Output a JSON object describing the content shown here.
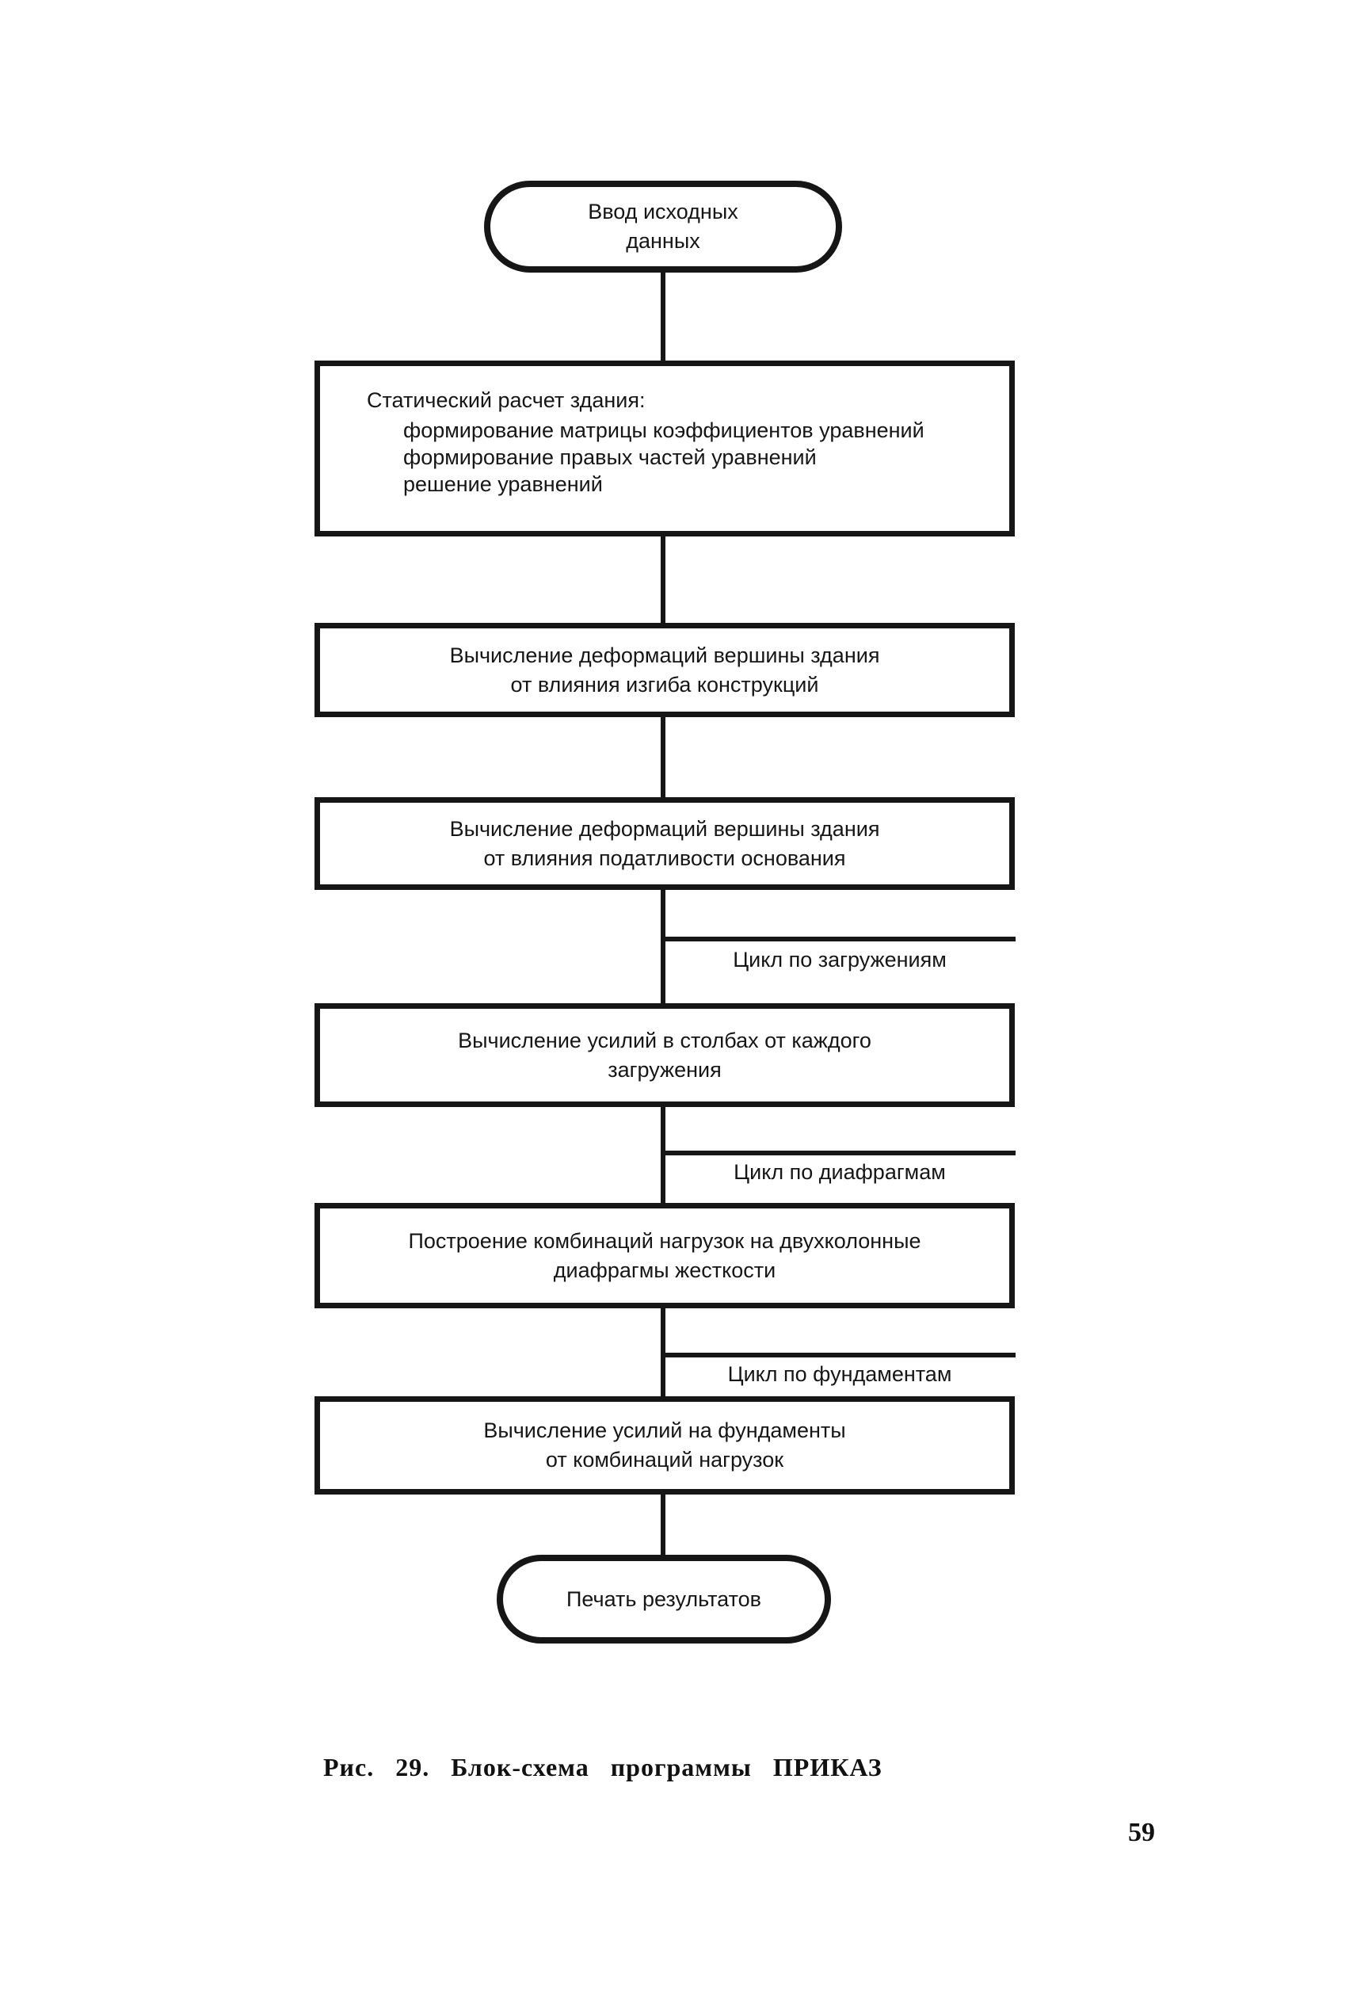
{
  "page": {
    "caption": "Рис. 29. Блок-схема программы ПРИКАЗ",
    "page_number": "59"
  },
  "colors": {
    "ink": "#161616",
    "paper": "#ffffff"
  },
  "flowchart": {
    "start_terminator": {
      "line1": "Ввод исходных",
      "line2": "данных"
    },
    "static_calc_box": {
      "title": "Статический расчет здания:",
      "items": [
        "формирование матрицы коэффициентов уравнений",
        "формирование правых частей уравнений",
        "решение уравнений"
      ]
    },
    "bend_deform_box": {
      "line1": "Вычисление деформаций вершины здания",
      "line2": "от влияния изгиба конструкций"
    },
    "base_deform_box": {
      "line1": "Вычисление деформаций вершины здания",
      "line2": "от влияния податливости основания"
    },
    "loop_loadings_label": "Цикл по загружениям",
    "column_forces_box": {
      "line1": "Вычисление усилий в столбах от каждого",
      "line2": "загружения"
    },
    "loop_diaphragms_label": "Цикл по диафрагмам",
    "load_combinations_box": {
      "line1": "Построение комбинаций нагрузок на двухколонные",
      "line2": "диафрагмы жесткости"
    },
    "loop_foundations_label": "Цикл по фундаментам",
    "foundation_forces_box": {
      "line1": "Вычисление усилий на фундаменты",
      "line2": "от комбинаций нагрузок"
    },
    "end_terminator": {
      "line1": "Печать результатов"
    }
  }
}
